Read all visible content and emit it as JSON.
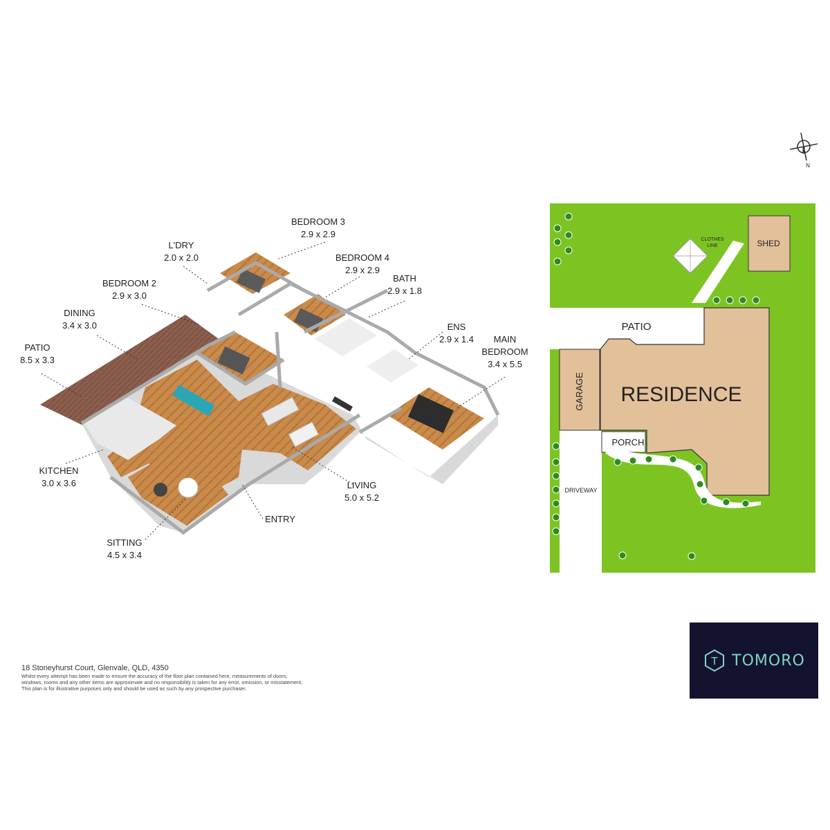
{
  "rooms": {
    "bedroom3": {
      "name": "BEDROOM 3",
      "size": "2.9 x 2.9"
    },
    "ldry": {
      "name": "L'DRY",
      "size": "2.0 x 2.0"
    },
    "bedroom4": {
      "name": "BEDROOM 4",
      "size": "2.9 x 2.9"
    },
    "bedroom2": {
      "name": "BEDROOM 2",
      "size": "2.9 x 3.0"
    },
    "bath": {
      "name": "BATH",
      "size": "2.9 x 1.8"
    },
    "dining": {
      "name": "DINING",
      "size": "3.4 x 3.0"
    },
    "ens": {
      "name": "ENS",
      "size": "2.9 x 1.4"
    },
    "main_bedroom": {
      "name": "MAIN BEDROOM",
      "name_line1": "MAIN",
      "name_line2": "BEDROOM",
      "size": "3.4 x 5.5"
    },
    "patio": {
      "name": "PATIO",
      "size": "8.5 x 3.3"
    },
    "kitchen": {
      "name": "KITCHEN",
      "size": "3.0 x 3.6"
    },
    "living": {
      "name": "LIVING",
      "size": "5.0 x 5.2"
    },
    "entry": {
      "name": "ENTRY"
    },
    "sitting": {
      "name": "SITTING",
      "size": "4.5 x 3.4"
    }
  },
  "site_plan": {
    "residence": "RESIDENCE",
    "garage": "GARAGE",
    "patio": "PATIO",
    "porch": "PORCH",
    "driveway": "DRIVEWAY",
    "shed": "SHED",
    "clothes_line_1": "CLOTHES",
    "clothes_line_2": "LINE",
    "north": "N",
    "colors": {
      "lawn": "#7dc423",
      "building": "#e2c099",
      "paving": "#ffffff",
      "shrub": "#2e8b20"
    }
  },
  "footer": {
    "address": "18 Stoneyhurst Court, Glenvale, QLD, 4350",
    "disclaimer_1": "Whilst every attempt has been made to ensure the accuracy of the floor plan contained here, measurements of doors,",
    "disclaimer_2": "windows, rooms and any other items are approximate and no responsibility is taken for any error, omission, or misstatement.",
    "disclaimer_3": "This plan is for illustrative purposes only and should be used as such by any prospective purchaser."
  },
  "brand": {
    "name": "TOMORO",
    "icon_letter": "T",
    "bg": "#13132f",
    "accent": "#7fd6c3"
  }
}
